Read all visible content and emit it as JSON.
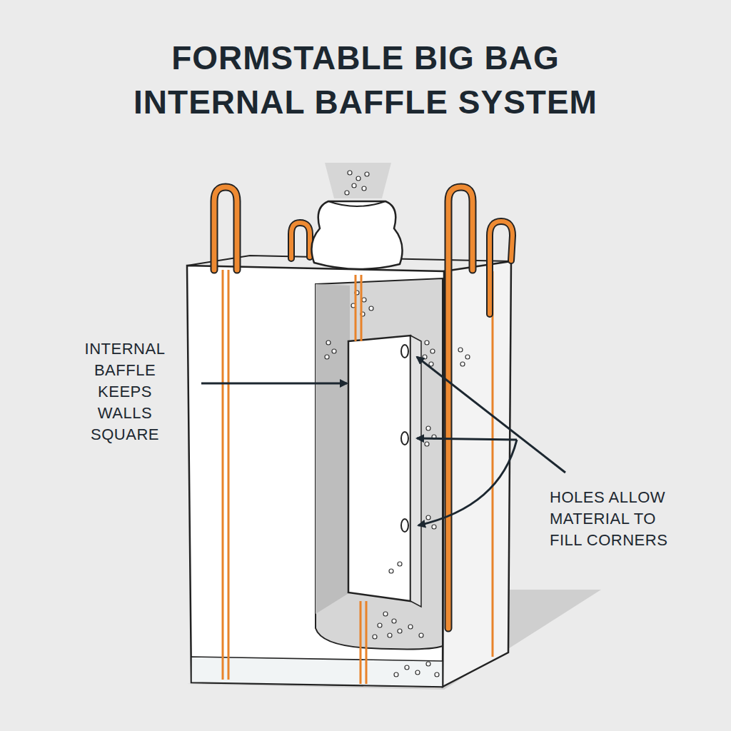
{
  "diagram": {
    "title": "FORMSTABLE BIG BAG INTERNAL BAFFLE SYSTEM",
    "labels": [
      "INTERNAL BAFFLE KEEPS WALLS SQUARE",
      "HOLES ALLOW MATERIAL TO FILL CORNERS"
    ]
  }
}
